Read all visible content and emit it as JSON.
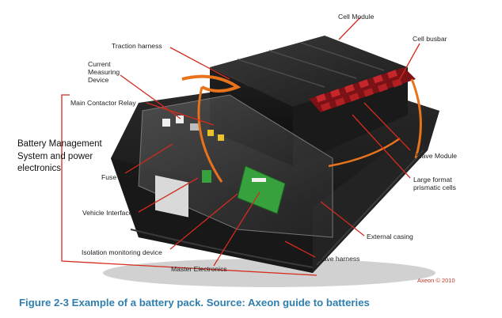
{
  "labels": {
    "cell_module": "Cell Module",
    "cell_busbar": "Cell busbar",
    "traction_harness": "Traction harness",
    "current_measuring_device": "Current Measuring Device",
    "main_contactor_relay": "Main Contactor Relay",
    "fuse": "Fuse",
    "vehicle_interface": "Vehicle Interface",
    "isolation_monitoring_device": "Isolation monitoring device",
    "master_electronics": "Master Electronics",
    "slave_module": "Slave Module",
    "large_format_prismatic_cells": "Large format prismatic cells",
    "external_casing": "External casing",
    "slave_harness": "Slave harness"
  },
  "bms_label": "Battery Management System and power electronics",
  "credit": "Axeon © 2010",
  "caption": "Figure 2-3 Example of a battery pack. Source: Axeon guide to batteries",
  "colors": {
    "leader_line": "#d42b1e",
    "caption": "#2f7fae",
    "harness": "#e8731c",
    "cell_red": "#c7272b",
    "pcb_green": "#37a13e"
  }
}
